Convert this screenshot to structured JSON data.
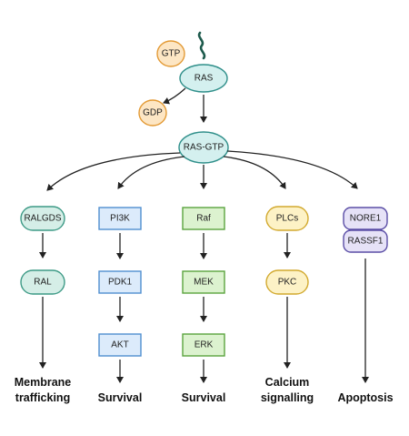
{
  "colors": {
    "ras_fill": "#d4f0ef",
    "ras_stroke": "#2f8f8a",
    "nuc_fill": "#fde6c4",
    "nuc_stroke": "#e39a35",
    "teal_fill": "#d5eee7",
    "teal_stroke": "#3d9a86",
    "blue_fill": "#dcebfb",
    "blue_stroke": "#4f8fcf",
    "green_fill": "#dcf2cf",
    "green_stroke": "#5aa43e",
    "yellow_fill": "#fdf2c6",
    "yellow_stroke": "#d2a92e",
    "purple_fill": "#e6e2f7",
    "purple_stroke": "#5b4ea6",
    "squiggle": "#1d5a4c"
  },
  "nodes": {
    "gtp": "GTP",
    "ras": "RAS",
    "gdp": "GDP",
    "ras_gtp": "RAS-GTP",
    "ralgds": "RALGDS",
    "ral": "RAL",
    "pi3k": "PI3K",
    "pdk1": "PDK1",
    "akt": "AKT",
    "raf": "Raf",
    "mek": "MEK",
    "erk": "ERK",
    "plcs": "PLCs",
    "pkc": "PKC",
    "nore1": "NORE1",
    "rassf1": "RASSF1"
  },
  "outcomes": {
    "membrane": [
      "Membrane",
      "trafficking"
    ],
    "survival_1": "Survival",
    "survival_2": "Survival",
    "calcium": [
      "Calcium",
      "signalling"
    ],
    "apoptosis": "Apoptosis"
  }
}
